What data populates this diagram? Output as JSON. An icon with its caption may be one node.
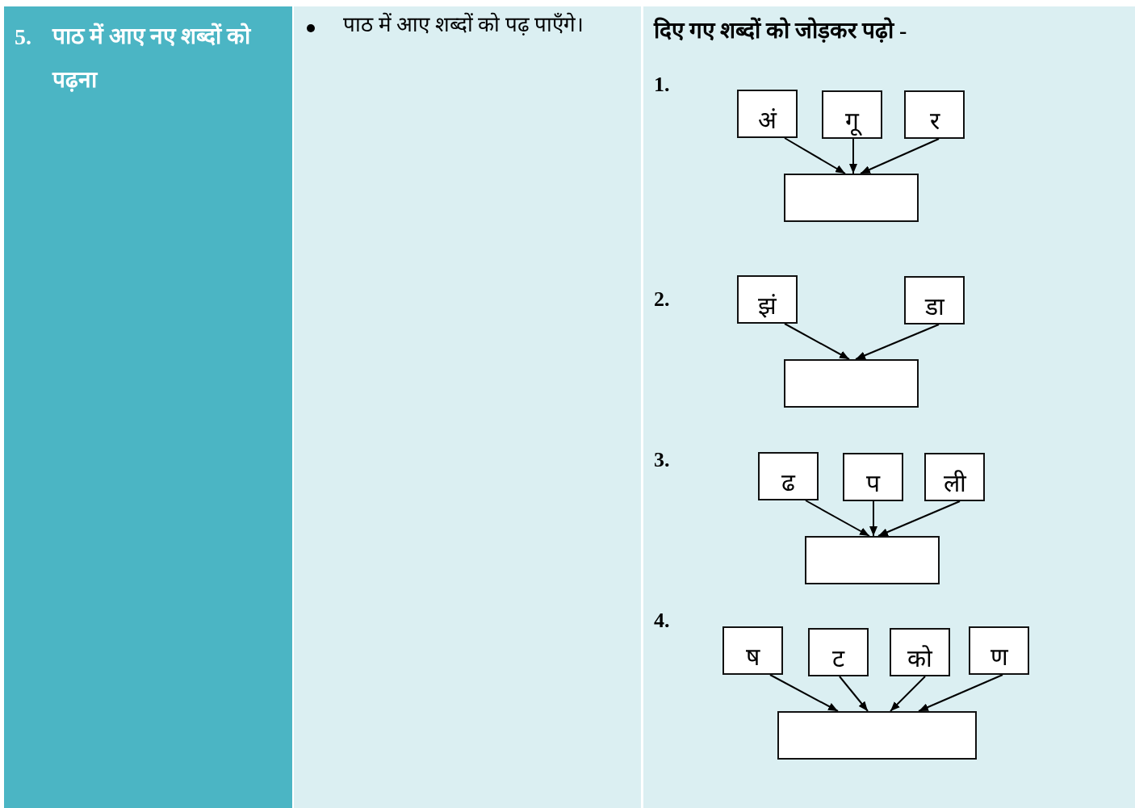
{
  "diagram": {
    "title": "दिए गए शब्दों को जोड़कर पढ़ो -",
    "nodes": [
      {
        "text": [
          "अं"
        ]
      },
      {
        "text": [
          "गू"
        ]
      },
      {
        "text": [
          "र"
        ]
      },
      {
        "text": [],
        "shape": "box"
      },
      {
        "text": [
          "झं"
        ]
      },
      {
        "text": [
          "डा"
        ]
      },
      {
        "text": [],
        "shape": "box"
      },
      {
        "text": [
          "ढ"
        ]
      },
      {
        "text": [
          "प"
        ]
      },
      {
        "text": [
          "ली"
        ]
      },
      {
        "text": [],
        "shape": "box"
      },
      {
        "text": [
          "ष"
        ]
      },
      {
        "text": [
          "ट"
        ]
      },
      {
        "text": [
          "को"
        ]
      },
      {
        "text": [
          "ण"
        ]
      },
      {
        "text": [],
        "shape": "box"
      }
    ],
    "edges": [
      {
        "from": 0,
        "to": 3,
        "arrow": "to"
      },
      {
        "from": 1,
        "to": 3,
        "arrow": "to"
      },
      {
        "from": 2,
        "to": 3,
        "arrow": "to"
      },
      {
        "from": 4,
        "to": 6,
        "arrow": "to"
      },
      {
        "from": 5,
        "to": 6,
        "arrow": "to"
      },
      {
        "from": 7,
        "to": 10,
        "arrow": "to"
      },
      {
        "from": 8,
        "to": 10,
        "arrow": "to"
      },
      {
        "from": 9,
        "to": 10,
        "arrow": "to"
      },
      {
        "from": 11,
        "to": 15,
        "arrow": "to"
      },
      {
        "from": 12,
        "to": 15,
        "arrow": "to"
      },
      {
        "from": 13,
        "to": 15,
        "arrow": "to"
      },
      {
        "from": 14,
        "to": 15,
        "arrow": "to"
      }
    ],
    "labels": [
      "5.",
      "पाठ में आए नए शब्दों को पढ़ना",
      "पाठ में आए शब्दों को पढ़ पाएँगे।",
      "1.",
      "2.",
      "3.",
      "4."
    ]
  }
}
